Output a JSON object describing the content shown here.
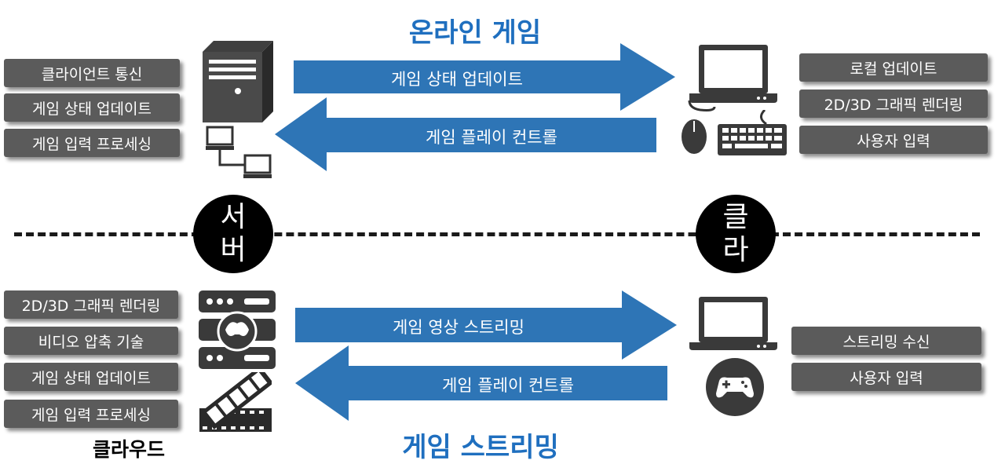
{
  "titles": {
    "top": "온라인 게임",
    "bottom": "게임 스트리밍"
  },
  "top": {
    "server_tasks": [
      "클라이언트 통신",
      "게임 상태 업데이트",
      "게임 입력 프로세싱"
    ],
    "client_tasks": [
      "로컬 업데이트",
      "2D/3D 그래픽 렌더링",
      "사용자 입력"
    ],
    "arrow_right": "게임 상태 업데이트",
    "arrow_left": "게임 플레이 컨트롤"
  },
  "bottom": {
    "cloud_tasks": [
      "2D/3D 그래픽 렌더링",
      "비디오 압축 기술",
      "게임 상태 업데이트",
      "게임 입력 프로세싱"
    ],
    "client_tasks": [
      "스트리밍 수신",
      "사용자 입력"
    ],
    "arrow_right": "게임 영상 스트리밍",
    "arrow_left": "게임 플레이 컨트롤",
    "cloud_label": "클라우드"
  },
  "nodes": {
    "server": [
      "서",
      "버"
    ],
    "client": [
      "클",
      "라"
    ]
  },
  "colors": {
    "accent": "#1f6fbf",
    "arrow": "#2e75b6",
    "pill": "#5b5b5b"
  },
  "icons": [
    "server-tower-icon",
    "network-icon",
    "laptop-icon",
    "mouse-icon",
    "keyboard-icon",
    "server-rack-icon",
    "film-strip-icon",
    "gamepad-icon"
  ]
}
